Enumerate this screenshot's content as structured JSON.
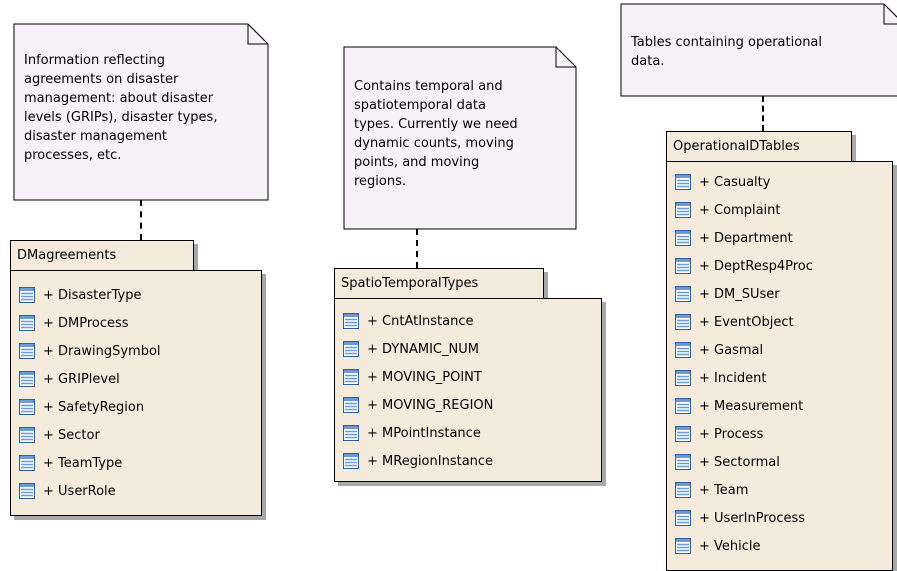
{
  "notes": [
    {
      "text": "Information reflecting\nagreements on disaster\nmanagement: about disaster\nlevels (GRIPs), disaster types,\ndisaster management\nprocesses, etc."
    },
    {
      "text": "Contains temporal and\nspatiotemporal data\ntypes. Currently we need\ndynamic counts, moving\npoints, and moving\nregions."
    },
    {
      "text": "Tables containing operational\ndata."
    }
  ],
  "packages": [
    {
      "name": "DMagreements",
      "items": [
        "+ DisasterType",
        "+ DMProcess",
        "+ DrawingSymbol",
        "+ GRIPlevel",
        "+ SafetyRegion",
        "+ Sector",
        "+ TeamType",
        "+ UserRole"
      ]
    },
    {
      "name": "SpatioTemporalTypes",
      "items": [
        "+ CntAtInstance",
        "+ DYNAMIC_NUM",
        "+ MOVING_POINT",
        "+ MOVING_REGION",
        "+ MPointInstance",
        "+ MRegionInstance"
      ]
    },
    {
      "name": "OperationalDTables",
      "items": [
        "+ Casualty",
        "+ Complaint",
        "+ Department",
        "+ DeptResp4Proc",
        "+ DM_SUser",
        "+ EventObject",
        "+ Gasmal",
        "+ Incident",
        "+ Measurement",
        "+ Process",
        "+ Sectormal",
        "+ Team",
        "+ UserInProcess",
        "+ Vehicle"
      ]
    }
  ],
  "colors": {
    "note_fill": "#f7f2f7",
    "package_fill": "#f5ebdc",
    "icon_fill": "#6d9ad6"
  },
  "icon": "class-table-icon"
}
